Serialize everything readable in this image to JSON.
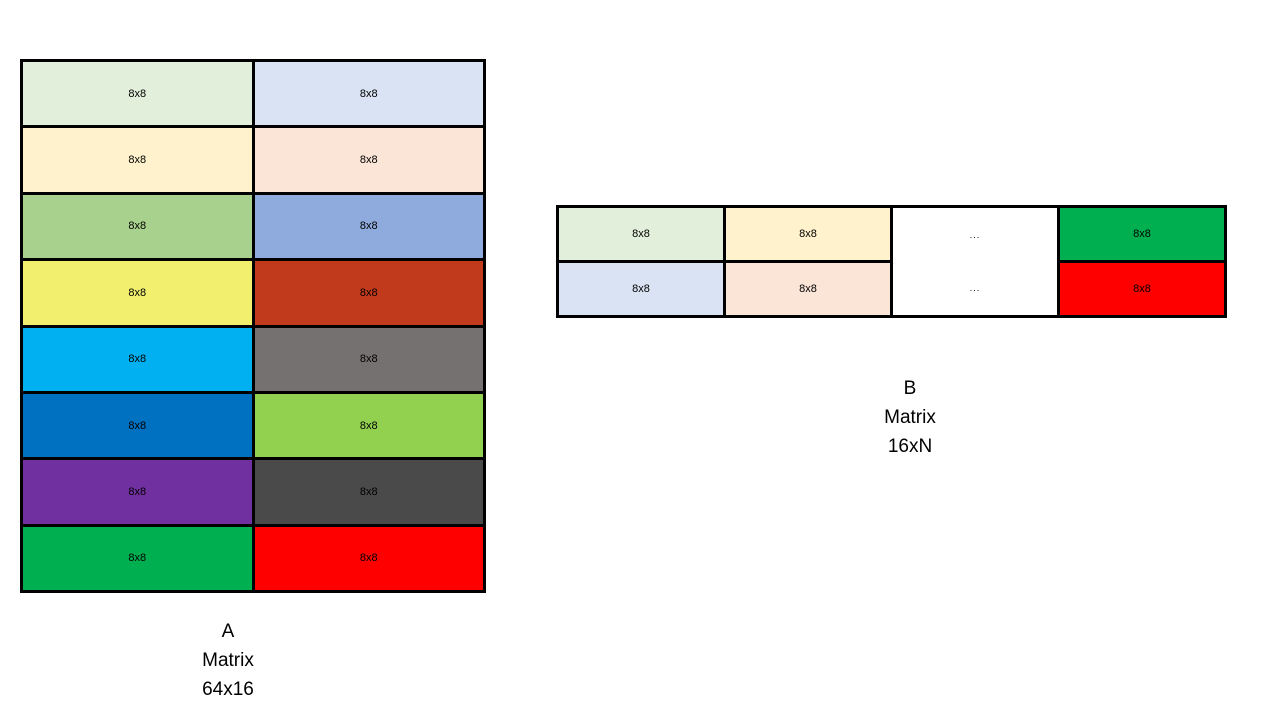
{
  "diagram": {
    "background": "#ffffff",
    "border_color": "#000000"
  },
  "matrix_a": {
    "label_lines": [
      "A",
      "Matrix",
      "64x16"
    ],
    "rows": 8,
    "cols": 2,
    "cells": [
      {
        "label": "8x8",
        "color": "#E2EFDA"
      },
      {
        "label": "8x8",
        "color": "#DAE3F3"
      },
      {
        "label": "8x8",
        "color": "#FFF2CC"
      },
      {
        "label": "8x8",
        "color": "#FBE5D6"
      },
      {
        "label": "8x8",
        "color": "#A9D18E"
      },
      {
        "label": "8x8",
        "color": "#8FAADC"
      },
      {
        "label": "8x8",
        "color": "#F1EF6D"
      },
      {
        "label": "8x8",
        "color": "#C13A1B"
      },
      {
        "label": "8x8",
        "color": "#00B0F0"
      },
      {
        "label": "8x8",
        "color": "#767171"
      },
      {
        "label": "8x8",
        "color": "#0070C0"
      },
      {
        "label": "8x8",
        "color": "#92D050"
      },
      {
        "label": "8x8",
        "color": "#7030A0"
      },
      {
        "label": "8x8",
        "color": "#4A4A4A"
      },
      {
        "label": "8x8",
        "color": "#00B050"
      },
      {
        "label": "8x8",
        "color": "#FF0000"
      }
    ]
  },
  "matrix_b": {
    "label_lines": [
      "B",
      "Matrix",
      "16xN"
    ],
    "rows": 2,
    "cells": [
      {
        "label": "8x8",
        "color": "#E2EFDA",
        "row": 1,
        "col": 1
      },
      {
        "label": "8x8",
        "color": "#FFF2CC",
        "row": 1,
        "col": 2
      },
      {
        "label": "8x8",
        "color": "#00B050",
        "row": 1,
        "col": 4
      },
      {
        "label": "8x8",
        "color": "#DAE3F3",
        "row": 2,
        "col": 1
      },
      {
        "label": "8x8",
        "color": "#FBE5D6",
        "row": 2,
        "col": 2
      },
      {
        "label": "8x8",
        "color": "#FF0000",
        "row": 2,
        "col": 4
      }
    ],
    "ellipsis_cell": {
      "color": "#FFFFFF",
      "row1_label": "...",
      "row2_label": "..."
    }
  }
}
